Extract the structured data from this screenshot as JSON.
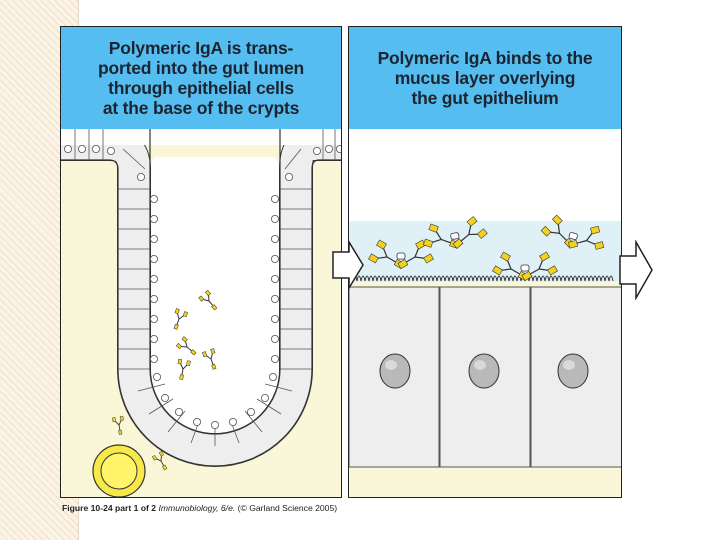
{
  "panels": {
    "left": {
      "title": "Polymeric IgA is trans-\nported into the gut lumen\nthrough epithelial cells\nat the base of the crypts"
    },
    "right": {
      "title": "Polymeric IgA binds to the\nmucus layer overlying\nthe gut epithelium"
    }
  },
  "caption": {
    "figure": "Figure 10-24 part 1 of 2",
    "book": "Immunobiology, 6/e.",
    "credit": "(© Garland Science 2005)"
  },
  "colors": {
    "header": "#55bdf0",
    "lamina": "#faf7d9",
    "cell_fill": "#eeeeee",
    "mucus": "#dff0f7",
    "iga": "#f3d21e",
    "plasma_cell": "#f7e94a"
  },
  "icons": [
    "arrow-right-icon",
    "iga-antibody-icon",
    "plasma-cell-icon",
    "epithelial-cell-icon"
  ]
}
